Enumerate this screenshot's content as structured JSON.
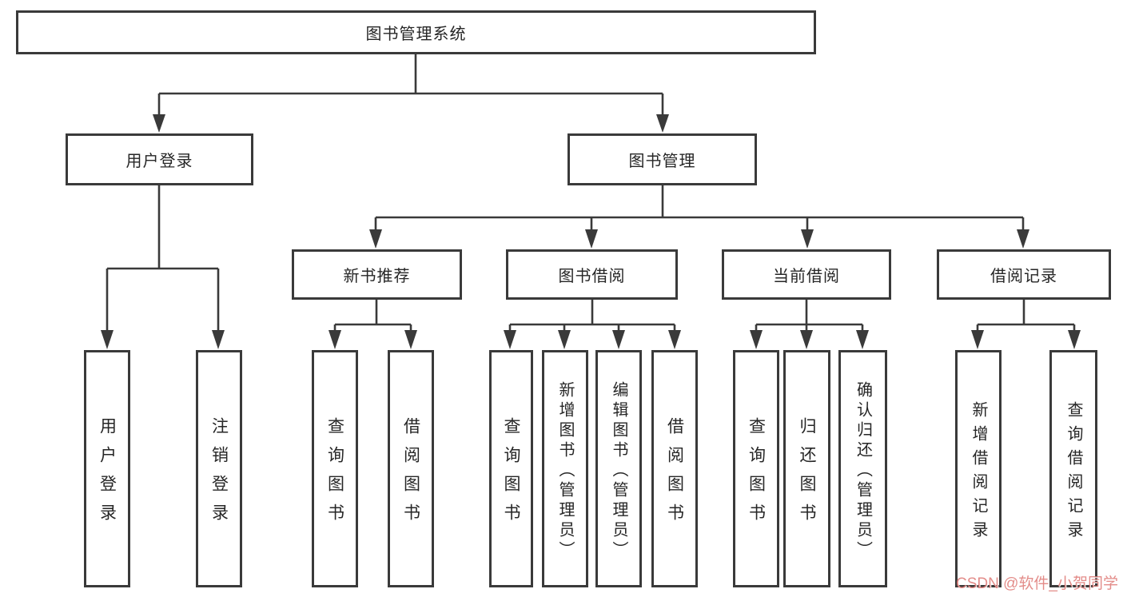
{
  "diagram_type": "tree",
  "tree": {
    "label": "图书管理系统",
    "children": [
      {
        "label": "用户登录",
        "children": [
          {
            "label": "用户登录"
          },
          {
            "label": "注销登录"
          }
        ]
      },
      {
        "label": "图书管理",
        "children": [
          {
            "label": "新书推荐",
            "children": [
              {
                "label": "查询图书"
              },
              {
                "label": "借阅图书"
              }
            ]
          },
          {
            "label": "图书借阅",
            "children": [
              {
                "label": "查询图书"
              },
              {
                "label": "新增图书（管理员）"
              },
              {
                "label": "编辑图书（管理员）"
              },
              {
                "label": "借阅图书"
              }
            ]
          },
          {
            "label": "当前借阅",
            "children": [
              {
                "label": "查询图书"
              },
              {
                "label": "归还图书"
              },
              {
                "label": "确认归还（管理员）"
              }
            ]
          },
          {
            "label": "借阅记录",
            "children": [
              {
                "label": "新增借阅记录"
              },
              {
                "label": "查询借阅记录"
              }
            ]
          }
        ]
      }
    ]
  },
  "watermark": {
    "text": "CSDN @软件_小贺同学",
    "color": "#de7874"
  },
  "colors": {
    "line": "#3a3a3a",
    "box_border": "#3a3a3a",
    "box_bg": "#ffffff",
    "text": "#262626"
  }
}
